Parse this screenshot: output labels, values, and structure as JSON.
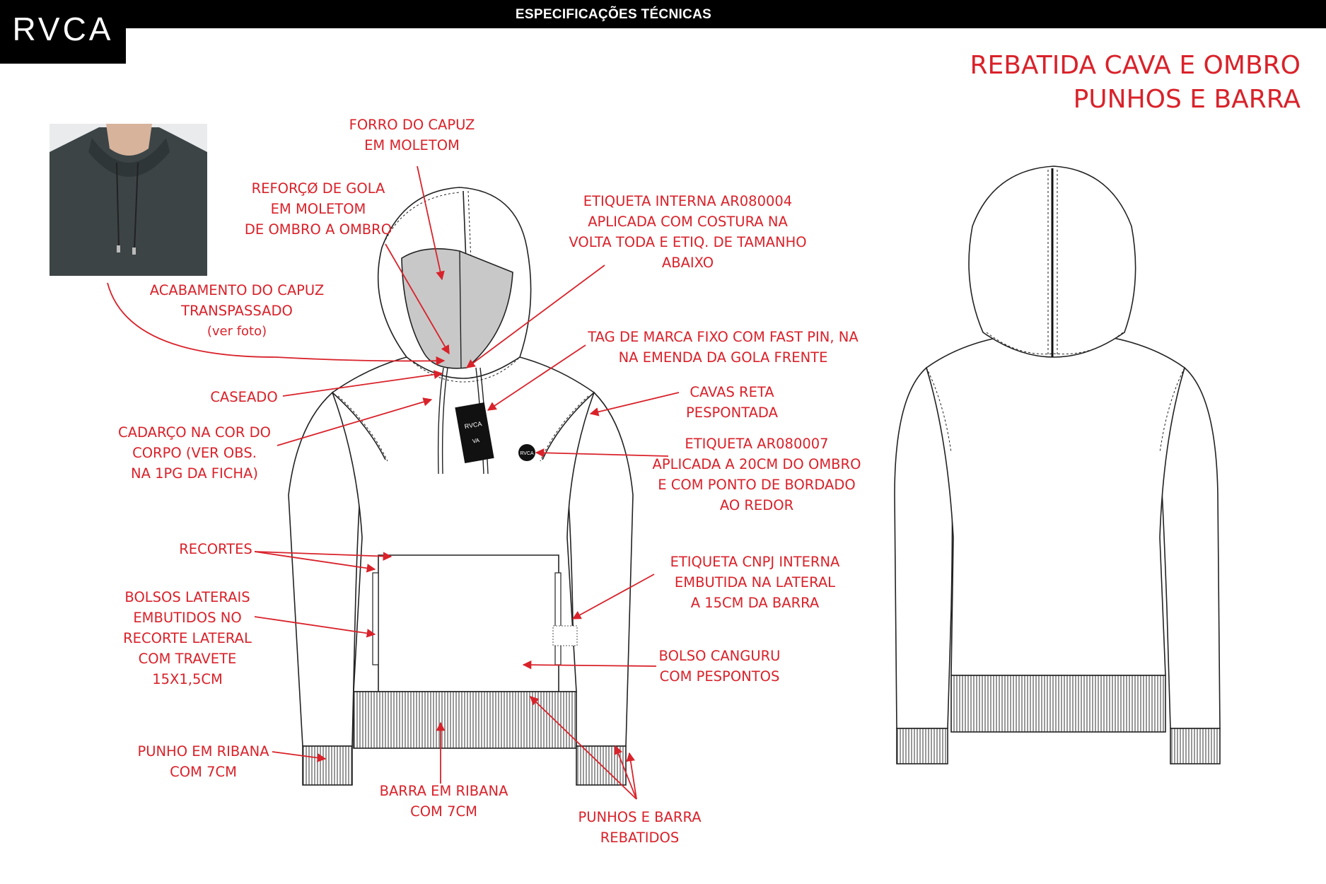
{
  "header": {
    "brand": "RVCA",
    "title": "ESPECIFICAÇÕES TÉCNICAS"
  },
  "headline": {
    "line1": "REBATIDA CAVA E OMBRO",
    "line2": "PUNHOS E BARRA"
  },
  "tag": {
    "brand": "RVCA",
    "mark": "VA"
  },
  "patch": {
    "brand": "RVCA"
  },
  "callouts": {
    "forro_capuz": [
      "FORRO DO CAPUZ",
      "EM MOLETOM"
    ],
    "reforco_gola": [
      "REFORÇØ DE GOLA",
      "EM MOLETOM",
      "DE OMBRO A OMBRO"
    ],
    "etiqueta_interna": [
      "ETIQUETA INTERNA AR080004",
      "APLICADA COM COSTURA NA",
      "VOLTA TODA E ETIQ. DE TAMANHO",
      "ABAIXO"
    ],
    "acabamento_capuz": [
      "ACABAMENTO DO CAPUZ",
      "TRANSPASSADO",
      "(ver foto)"
    ],
    "tag_marca": [
      "TAG DE MARCA FIXO COM FAST PIN, NA",
      "NA EMENDA DA GOLA FRENTE"
    ],
    "caseado": [
      "CASEADO"
    ],
    "cavas": [
      "CAVAS RETA",
      "PESPONTADA"
    ],
    "cadarco": [
      "CADARÇO NA COR DO",
      "CORPO (VER OBS.",
      "NA 1PG DA FICHA)"
    ],
    "etiqueta_ar080007": [
      "ETIQUETA AR080007",
      "APLICADA A 20CM DO OMBRO",
      "E COM PONTO DE BORDADO",
      "AO REDOR"
    ],
    "recortes": [
      "RECORTES"
    ],
    "etiqueta_cnpj": [
      "ETIQUETA CNPJ INTERNA",
      "EMBUTIDA NA LATERAL",
      "A 15CM DA BARRA"
    ],
    "bolsos_laterais": [
      "BOLSOS LATERAIS",
      "EMBUTIDOS NO",
      "RECORTE LATERAL",
      "COM TRAVETE",
      "15X1,5CM"
    ],
    "bolso_canguru": [
      "BOLSO CANGURU",
      "COM PESPONTOS"
    ],
    "punho": [
      "PUNHO EM RIBANA",
      "COM 7CM"
    ],
    "barra": [
      "BARRA EM RIBANA",
      "COM 7CM"
    ],
    "punhos_barra": [
      "PUNHOS E BARRA",
      "REBATIDOS"
    ]
  },
  "colors": {
    "accent": "#d9222a",
    "header": "#000000",
    "lining": "#c8c8c8"
  }
}
